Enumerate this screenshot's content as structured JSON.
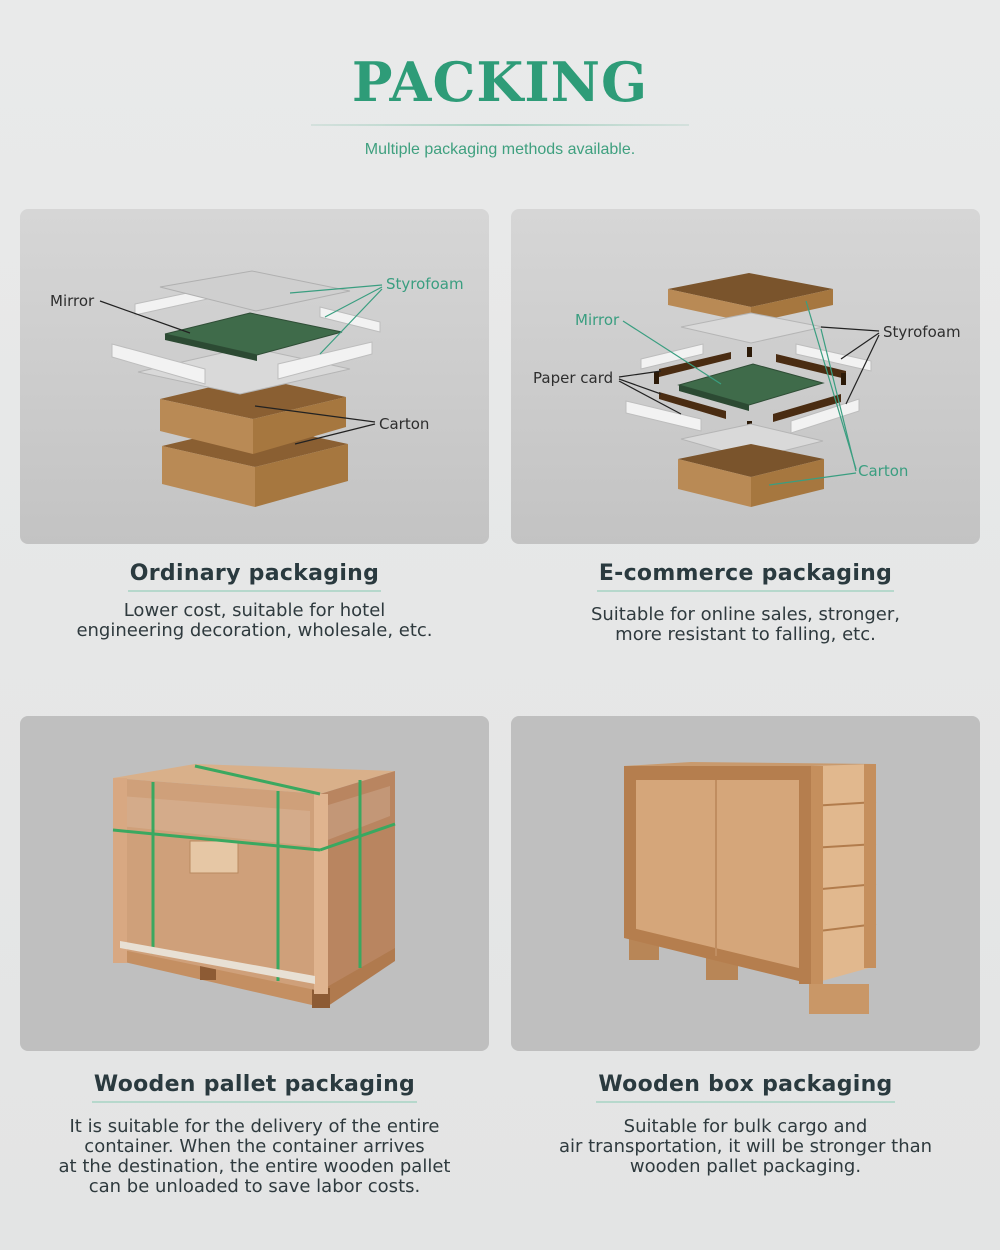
{
  "header": {
    "title": "PACKING",
    "subtitle": "Multiple packaging methods available."
  },
  "cards": [
    {
      "title": "Ordinary packaging",
      "description": "Lower cost, suitable for hotel\nengineering decoration, wholesale, etc.",
      "labels": {
        "mirror": "Mirror",
        "styrofoam": "Styrofoam",
        "carton": "Carton"
      }
    },
    {
      "title": "E-commerce packaging",
      "description": "Suitable for online sales, stronger,\nmore resistant to falling, etc.",
      "labels": {
        "mirror": "Mirror",
        "paper_card": "Paper card",
        "styrofoam": "Styrofoam",
        "carton": "Carton"
      }
    },
    {
      "title": "Wooden pallet packaging",
      "description": "It is suitable for the delivery of the entire\ncontainer. When the container arrives\nat the destination, the entire wooden pallet\ncan be unloaded to save labor costs."
    },
    {
      "title": "Wooden box packaging",
      "description": "Suitable for bulk cargo and\nair transportation, it will be stronger than\nwooden pallet packaging."
    }
  ],
  "colors": {
    "accent": "#2e9c78",
    "text": "#2a3a3f",
    "label_green": "#3a9e80"
  }
}
